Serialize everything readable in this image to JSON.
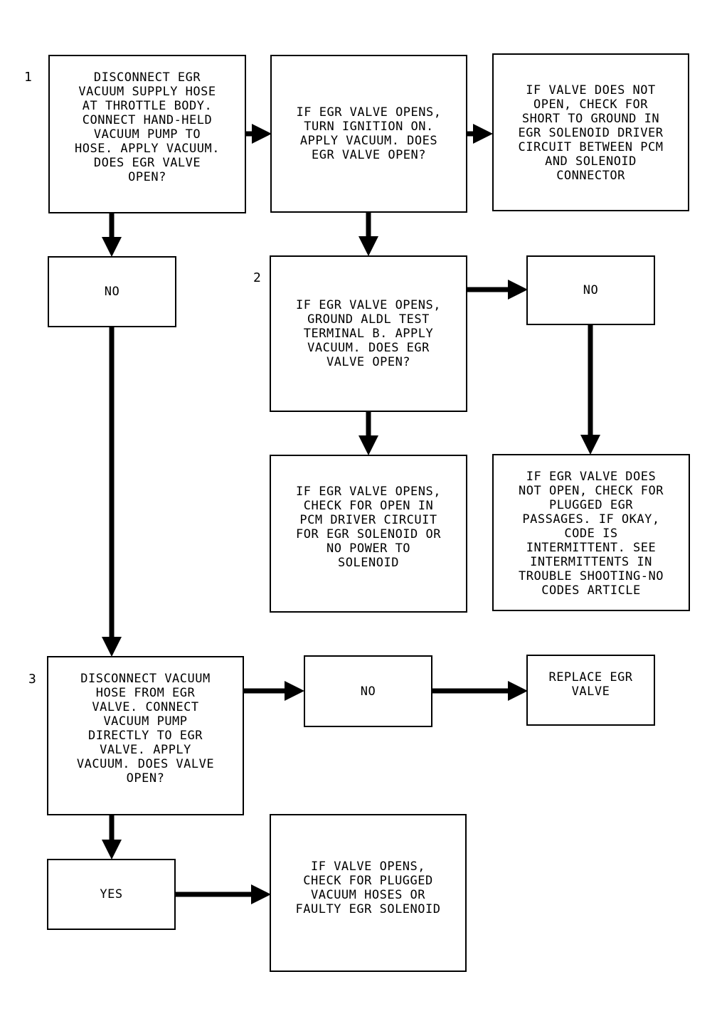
{
  "steps": {
    "s1": "1",
    "s2": "2",
    "s3": "3"
  },
  "boxes": {
    "b1": "DISCONNECT EGR\nVACUUM SUPPLY HOSE\nAT THROTTLE BODY.\nCONNECT HAND-HELD\nVACUUM PUMP TO\nHOSE. APPLY VACUUM.\nDOES EGR VALVE\nOPEN?",
    "b2": "IF EGR VALVE OPENS,\nTURN IGNITION ON.\nAPPLY VACUUM. DOES\nEGR VALVE OPEN?",
    "b3": "IF VALVE DOES NOT\nOPEN, CHECK FOR\nSHORT TO GROUND IN\nEGR SOLENOID DRIVER\nCIRCUIT BETWEEN PCM\nAND SOLENOID\nCONNECTOR",
    "no1": "NO",
    "b4": "IF EGR VALVE OPENS,\nGROUND ALDL TEST\nTERMINAL B. APPLY\nVACUUM. DOES EGR\nVALVE OPEN?",
    "no2": "NO",
    "b5": "IF EGR VALVE OPENS,\nCHECK FOR OPEN IN\nPCM DRIVER CIRCUIT\nFOR EGR SOLENOID OR\nNO POWER TO\nSOLENOID",
    "b6": "IF EGR VALVE DOES\nNOT OPEN, CHECK FOR\nPLUGGED EGR\nPASSAGES. IF OKAY,\nCODE IS\nINTERMITTENT. SEE\nINTERMITTENTS IN\nTROUBLE SHOOTING-NO\nCODES ARTICLE",
    "b7": "DISCONNECT VACUUM\nHOSE FROM EGR\nVALVE. CONNECT\nVACUUM PUMP\nDIRECTLY TO EGR\nVALVE. APPLY\nVACUUM. DOES VALVE\nOPEN?",
    "no3": "NO",
    "b8": "REPLACE EGR\nVALVE",
    "yes1": "YES",
    "b9": "IF VALVE OPENS,\nCHECK FOR PLUGGED\nVACUUM HOSES OR\nFAULTY EGR SOLENOID"
  }
}
